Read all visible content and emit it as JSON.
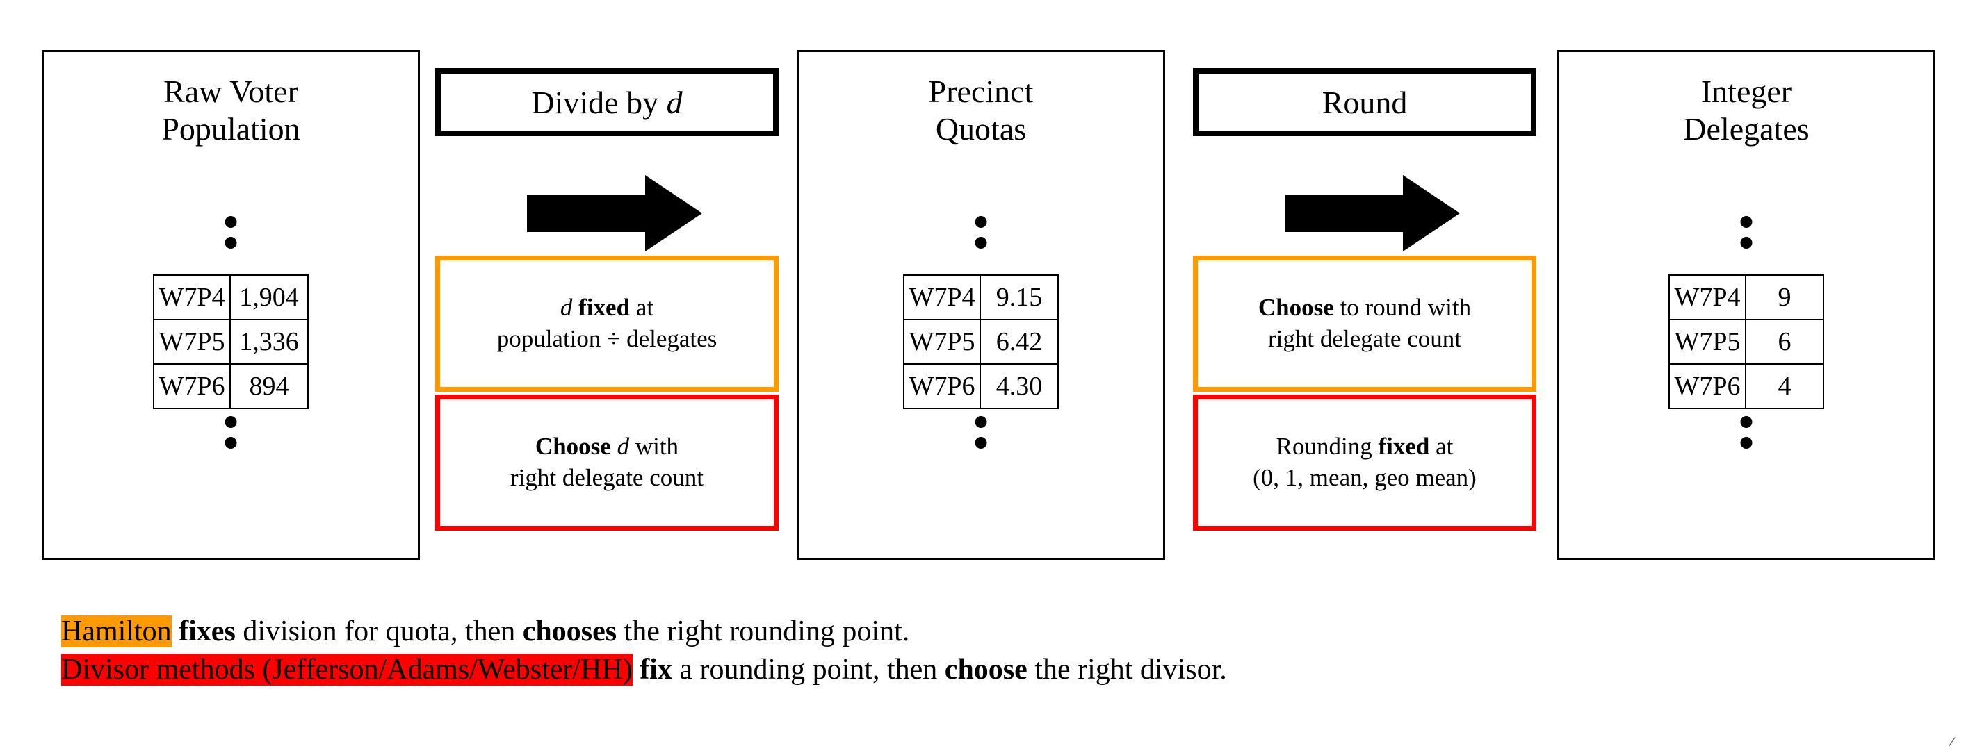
{
  "diagram": {
    "title_flow": "Apportionment pipeline: Raw Voter Population -> Divide by d -> Precinct Quotas -> Round -> Integer Delegates",
    "colors": {
      "orange": "#FF9900",
      "red": "#FF0000",
      "black": "#000000",
      "background": "#FFFFFF"
    },
    "panels": [
      {
        "id": "raw-voter-population",
        "title": "Raw Voter\nPopulation",
        "table": {
          "rows": [
            {
              "key": "W7P4",
              "value": "1,904"
            },
            {
              "key": "W7P5",
              "value": "1,336"
            },
            {
              "key": "W7P6",
              "value": "894"
            }
          ]
        }
      },
      {
        "id": "precinct-quotas",
        "title": "Precinct\nQuotas",
        "table": {
          "rows": [
            {
              "key": "W7P4",
              "value": "9.15"
            },
            {
              "key": "W7P5",
              "value": "6.42"
            },
            {
              "key": "W7P6",
              "value": "4.30"
            }
          ]
        }
      },
      {
        "id": "integer-delegates",
        "title": "Integer\nDelegates",
        "table": {
          "rows": [
            {
              "key": "W7P4",
              "value": "9"
            },
            {
              "key": "W7P5",
              "value": "6"
            },
            {
              "key": "W7P6",
              "value": "4"
            }
          ]
        }
      }
    ],
    "operations": [
      {
        "id": "divide-by-d",
        "label_plain": "Divide by d",
        "label_prefix": "Divide by ",
        "label_italic": "d",
        "orange_note": {
          "line1_italic": "d",
          "line1_bold": "fixed",
          "line1_rest": "at",
          "line1_plain": "d fixed at",
          "line2_plain": "population ÷ delegates"
        },
        "red_note": {
          "line1_bold": "Choose",
          "line1_italic": "d",
          "line1_rest": "with",
          "line1_plain": "Choose d with",
          "line2_plain": "right delegate count"
        }
      },
      {
        "id": "round",
        "label_plain": "Round",
        "label_prefix": "Round",
        "label_italic": "",
        "orange_note": {
          "line1_bold": "Choose",
          "line1_rest": "to round with",
          "line1_plain": "Choose to round with",
          "line2_plain": "right delegate count"
        },
        "red_note": {
          "line1_prefix": "Rounding",
          "line1_bold": "fixed",
          "line1_rest": "at",
          "line1_plain": "Rounding fixed at",
          "line2_plain": "(0, 1, mean, geo mean)"
        }
      }
    ],
    "ellipsis_symbol": "vertical-two-dots"
  },
  "caption": {
    "line1": {
      "highlight_text": "Hamilton",
      "highlight_color": "#FF9900",
      "bold1": "fixes",
      "mid": " division for quota, then ",
      "bold2": "chooses",
      "tail": " the right rounding point.",
      "plain": "Hamilton fixes division for quota, then chooses the right rounding point."
    },
    "line2": {
      "highlight_text": "Divisor methods (Jefferson/Adams/Webster/HH)",
      "highlight_color": "#FF0000",
      "bold1": "fix",
      "mid": " a rounding point, then ",
      "bold2": "choose",
      "tail": " the right divisor.",
      "plain": "Divisor methods (Jefferson/Adams/Webster/HH) fix a rounding point, then choose the right divisor."
    }
  }
}
